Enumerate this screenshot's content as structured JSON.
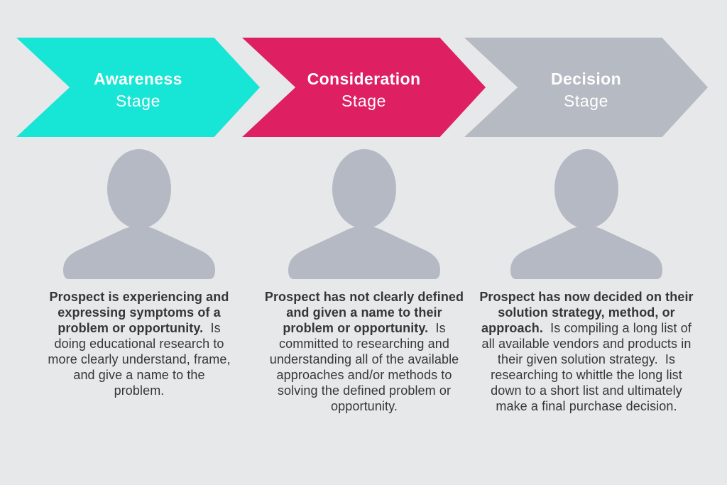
{
  "colors": {
    "background": "#e6e8e9",
    "teal": "#17e5d5",
    "pink": "#de2062",
    "gray": "#b6bac2",
    "silhouette": "#b4b9c4",
    "header_text": "#ffffff",
    "body_text": "#363636"
  },
  "stages": [
    {
      "title": "Awareness",
      "subtitle": "Stage",
      "arrow_color": "#17e5d5",
      "person_icon": "person-silhouette-icon",
      "description_bold": "Prospect is experiencing and expressing symptoms of a problem or opportunity.",
      "description_regular": "  Is doing educational research to more clearly understand, frame, and give a name to the problem."
    },
    {
      "title": "Consideration",
      "subtitle": "Stage",
      "arrow_color": "#de2062",
      "person_icon": "person-silhouette-icon",
      "description_bold": "Prospect has not clearly defined and given a name to their problem or opportunity.",
      "description_regular": "  Is committed to researching and understanding all of the available approaches and/or methods to solving the defined problem or opportunity."
    },
    {
      "title": "Decision",
      "subtitle": "Stage",
      "arrow_color": "#b6bac2",
      "person_icon": "person-silhouette-icon",
      "description_bold": "Prospect has now decided on their solution strategy, method, or approach.",
      "description_regular": "  Is compiling a long list of all available vendors and products in their given solution strategy.  Is researching to whittle the long list down to a short list and ultimately make a final purchase decision."
    }
  ]
}
